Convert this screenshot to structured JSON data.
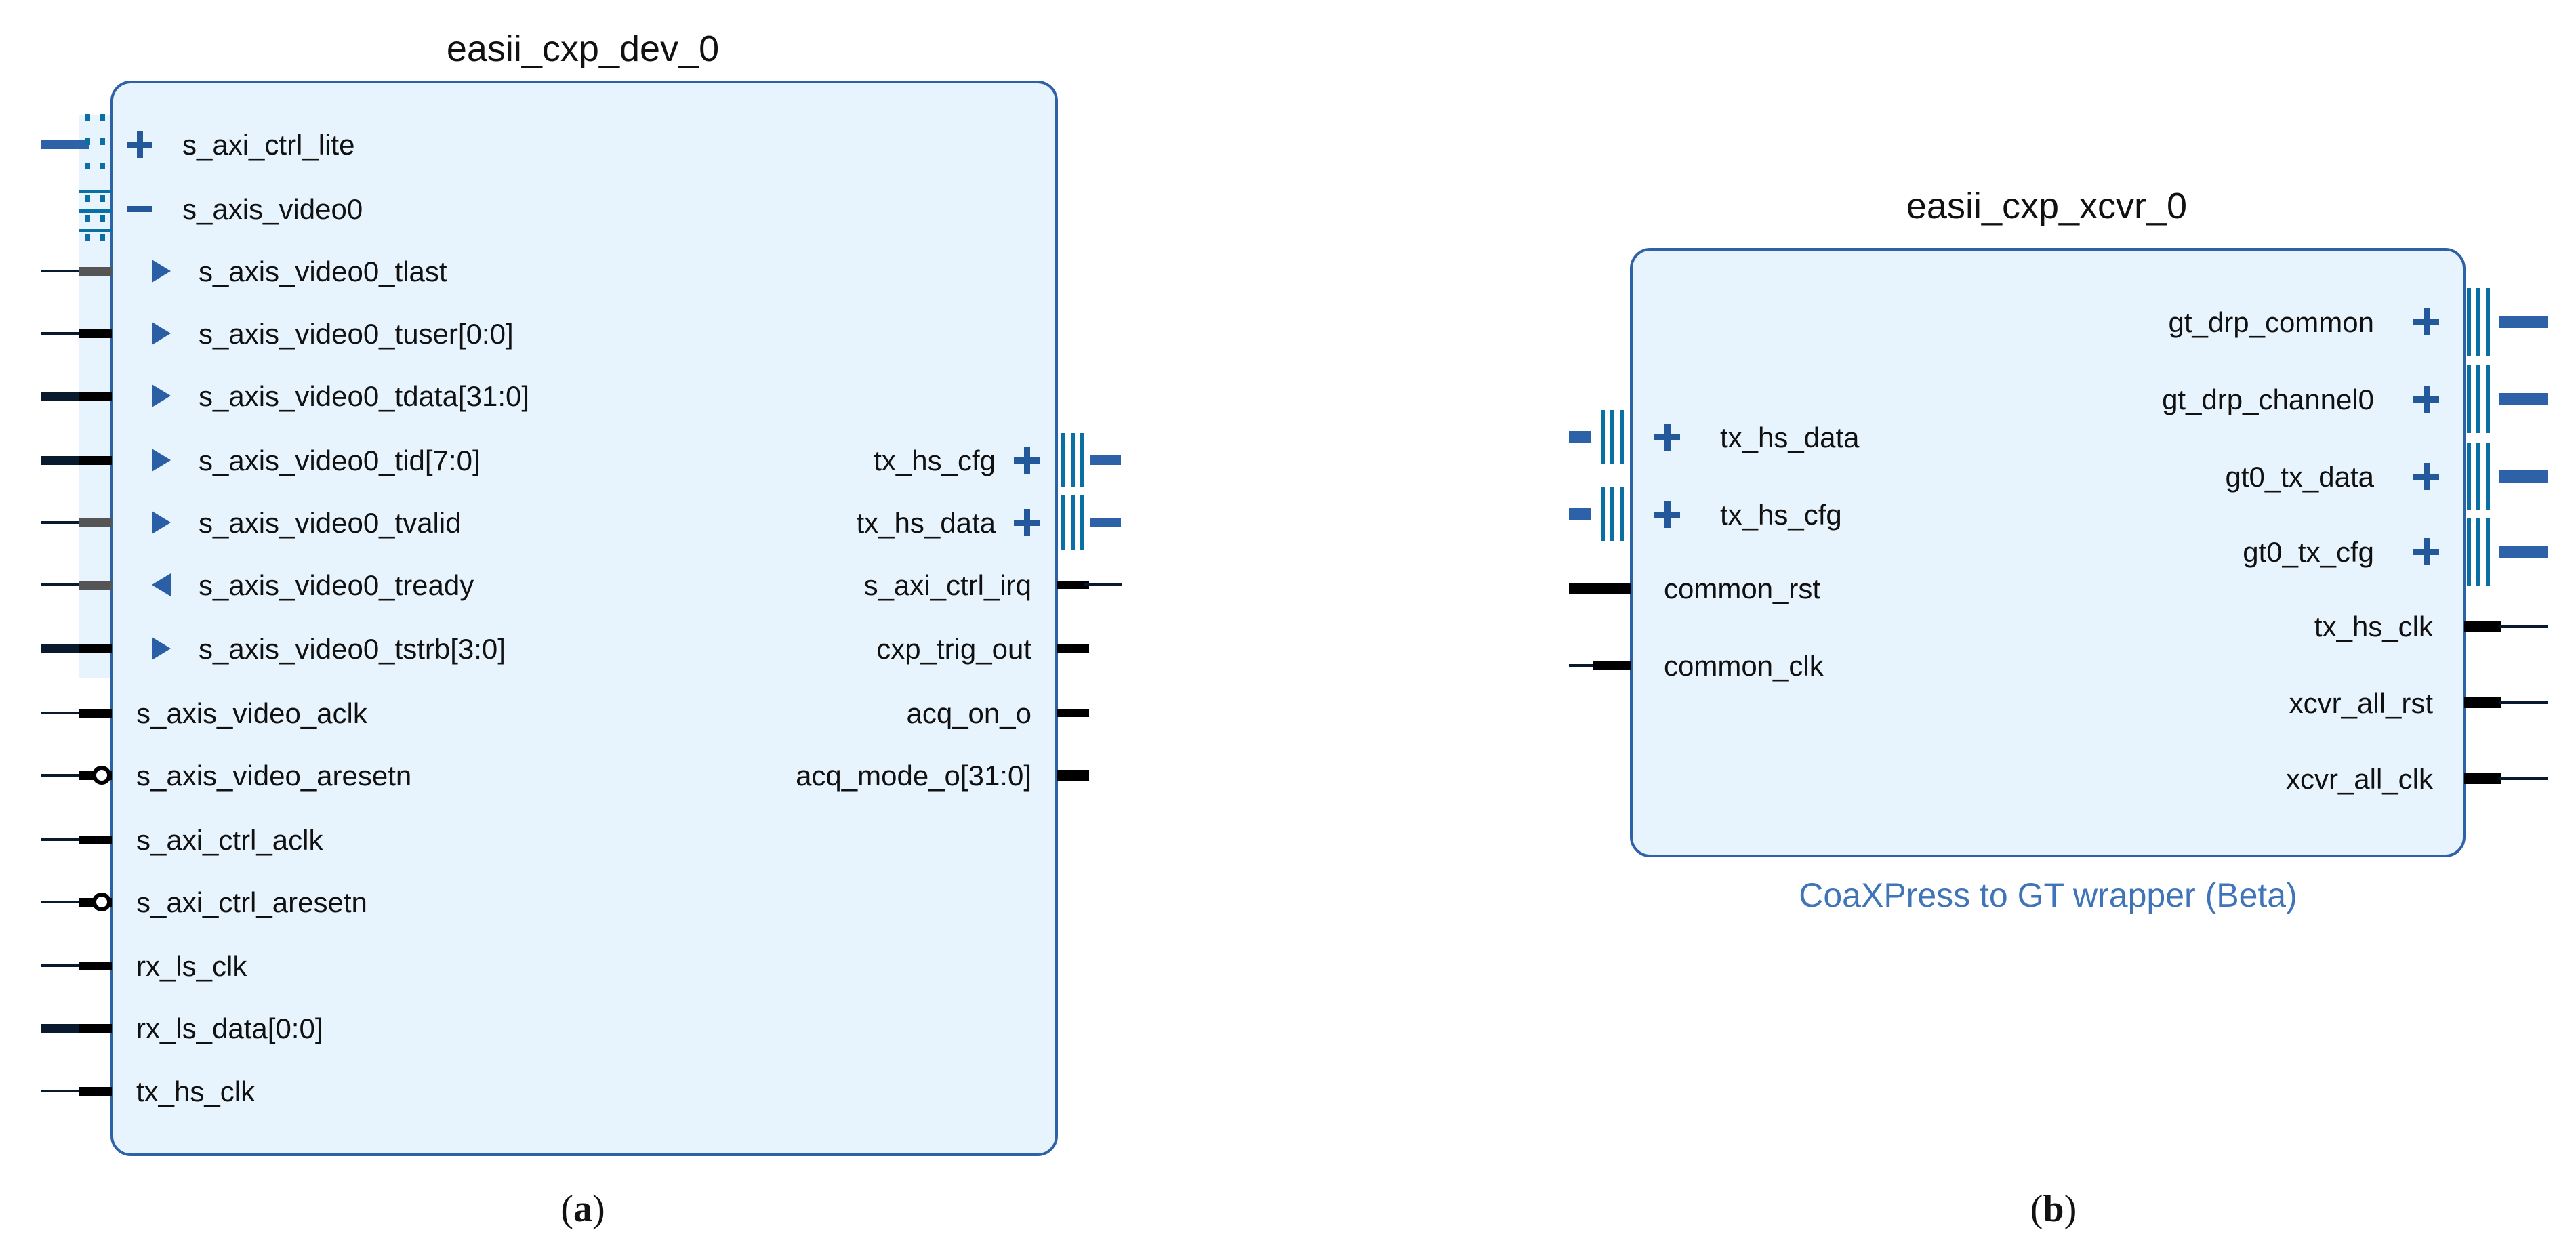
{
  "colors": {
    "block_fill": "#e8f4fd",
    "block_border": "#2e62a8",
    "interface_blue": "#23599b",
    "bus_bars": "#0a6fa3",
    "subtitle": "#3f74b8"
  },
  "block_a": {
    "title": "easii_cxp_dev_0",
    "caption_letter": "a",
    "left_ports": [
      {
        "label": "s_axi_ctrl_lite",
        "kind": "interface-collapsed"
      },
      {
        "label": "s_axis_video0",
        "kind": "interface-expanded"
      },
      {
        "label": "s_axis_video0_tlast",
        "kind": "input",
        "width": "single"
      },
      {
        "label": "s_axis_video0_tuser[0:0]",
        "kind": "input",
        "width": "vector-thin"
      },
      {
        "label": "s_axis_video0_tdata[31:0]",
        "kind": "input",
        "width": "bus"
      },
      {
        "label": "s_axis_video0_tid[7:0]",
        "kind": "input",
        "width": "bus"
      },
      {
        "label": "s_axis_video0_tvalid",
        "kind": "input",
        "width": "single"
      },
      {
        "label": "s_axis_video0_tready",
        "kind": "output",
        "width": "single"
      },
      {
        "label": "s_axis_video0_tstrb[3:0]",
        "kind": "input",
        "width": "bus"
      },
      {
        "label": "s_axis_video_aclk",
        "kind": "clock"
      },
      {
        "label": "s_axis_video_aresetn",
        "kind": "reset-active-low"
      },
      {
        "label": "s_axi_ctrl_aclk",
        "kind": "clock"
      },
      {
        "label": "s_axi_ctrl_aresetn",
        "kind": "reset-active-low"
      },
      {
        "label": "rx_ls_clk",
        "kind": "clock"
      },
      {
        "label": "rx_ls_data[0:0]",
        "kind": "bus"
      },
      {
        "label": "tx_hs_clk",
        "kind": "clock"
      }
    ],
    "right_ports": [
      {
        "label": "tx_hs_cfg",
        "kind": "interface-collapsed"
      },
      {
        "label": "tx_hs_data",
        "kind": "interface-collapsed"
      },
      {
        "label": "s_axi_ctrl_irq",
        "kind": "wired"
      },
      {
        "label": "cxp_trig_out",
        "kind": "stub"
      },
      {
        "label": "acq_on_o",
        "kind": "stub"
      },
      {
        "label": "acq_mode_o[31:0]",
        "kind": "bus-stub"
      }
    ]
  },
  "block_b": {
    "title": "easii_cxp_xcvr_0",
    "subtitle": "CoaXPress to GT wrapper (Beta)",
    "caption_letter": "b",
    "left_ports": [
      {
        "label": "tx_hs_data",
        "kind": "interface-collapsed"
      },
      {
        "label": "tx_hs_cfg",
        "kind": "interface-collapsed"
      },
      {
        "label": "common_rst",
        "kind": "bus"
      },
      {
        "label": "common_clk",
        "kind": "clock"
      }
    ],
    "right_ports": [
      {
        "label": "gt_drp_common",
        "kind": "interface-collapsed"
      },
      {
        "label": "gt_drp_channel0",
        "kind": "interface-collapsed"
      },
      {
        "label": "gt0_tx_data",
        "kind": "interface-collapsed"
      },
      {
        "label": "gt0_tx_cfg",
        "kind": "interface-collapsed"
      },
      {
        "label": "tx_hs_clk",
        "kind": "wired"
      },
      {
        "label": "xcvr_all_rst",
        "kind": "wired"
      },
      {
        "label": "xcvr_all_clk",
        "kind": "wired"
      }
    ]
  }
}
